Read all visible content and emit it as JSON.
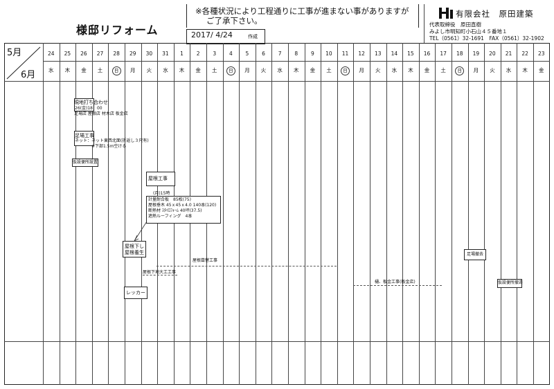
{
  "title": "様邸リフォーム",
  "notice": {
    "line1": "※各種状況により工程通りに工事が進まない事がありますが",
    "line2": "ご了承下さい。"
  },
  "created": {
    "date": "2017/ 4/24",
    "label": "作成"
  },
  "company": {
    "name": "有限会社　原田建築",
    "rep": "代表取締役　原田直樹",
    "address": "みよし市明知町小石山４５番地１",
    "tel": "TEL（0561）32-1691　FAX（0561）32-1902"
  },
  "months": {
    "start": "5月",
    "end": "6月"
  },
  "days": [
    {
      "d": "24",
      "w": "水"
    },
    {
      "d": "25",
      "w": "木"
    },
    {
      "d": "26",
      "w": "金"
    },
    {
      "d": "27",
      "w": "土"
    },
    {
      "d": "28",
      "w": "日"
    },
    {
      "d": "29",
      "w": "月"
    },
    {
      "d": "30",
      "w": "火"
    },
    {
      "d": "31",
      "w": "水"
    },
    {
      "d": "1",
      "w": "木"
    },
    {
      "d": "2",
      "w": "金"
    },
    {
      "d": "3",
      "w": "土"
    },
    {
      "d": "4",
      "w": "日"
    },
    {
      "d": "5",
      "w": "月"
    },
    {
      "d": "6",
      "w": "火"
    },
    {
      "d": "7",
      "w": "水"
    },
    {
      "d": "8",
      "w": "木"
    },
    {
      "d": "9",
      "w": "金"
    },
    {
      "d": "10",
      "w": "土"
    },
    {
      "d": "11",
      "w": "日"
    },
    {
      "d": "12",
      "w": "月"
    },
    {
      "d": "13",
      "w": "火"
    },
    {
      "d": "14",
      "w": "水"
    },
    {
      "d": "15",
      "w": "木"
    },
    {
      "d": "16",
      "w": "金"
    },
    {
      "d": "17",
      "w": "土"
    },
    {
      "d": "18",
      "w": "日"
    },
    {
      "d": "19",
      "w": "月"
    },
    {
      "d": "20",
      "w": "火"
    },
    {
      "d": "21",
      "w": "水"
    },
    {
      "d": "22",
      "w": "木"
    },
    {
      "d": "23",
      "w": "金"
    }
  ],
  "tasks": {
    "meeting": {
      "title": "現地打ち合わせ",
      "time": "26(金)18：00",
      "attendees": "足場店 屋根店 材木店 板金店"
    },
    "scaffold": {
      "title": "足場工事",
      "net": "ネット：ネット東西北面(折返し３尺有)",
      "note": "※下部1.5m空ける"
    },
    "temp_toilet": "仮設便所設置",
    "roof": {
      "title": "屋根工事",
      "start": "(月)15時",
      "lines": [
        "計量耐合板　85枚(75)",
        "屋根垂木 45ｘ45ｘ4.0 140本(120)",
        "断熱材 ｽﾀｲﾛﾌｫｰﾑ 40坪(37.5)",
        "遮熱ルーフィング　4本"
      ]
    },
    "roof_down": {
      "l1": "屋根下し",
      "l2": "屋根養生"
    },
    "roof_tile": "屋根葺替工事",
    "roof_carpentry": "屋根下地大工工事",
    "gutter": "樋、板金工事(板金店)",
    "scaffold_remove": "足場撤去",
    "toilet_remove": "仮設便所撤去",
    "wrecker": "レッカー"
  }
}
